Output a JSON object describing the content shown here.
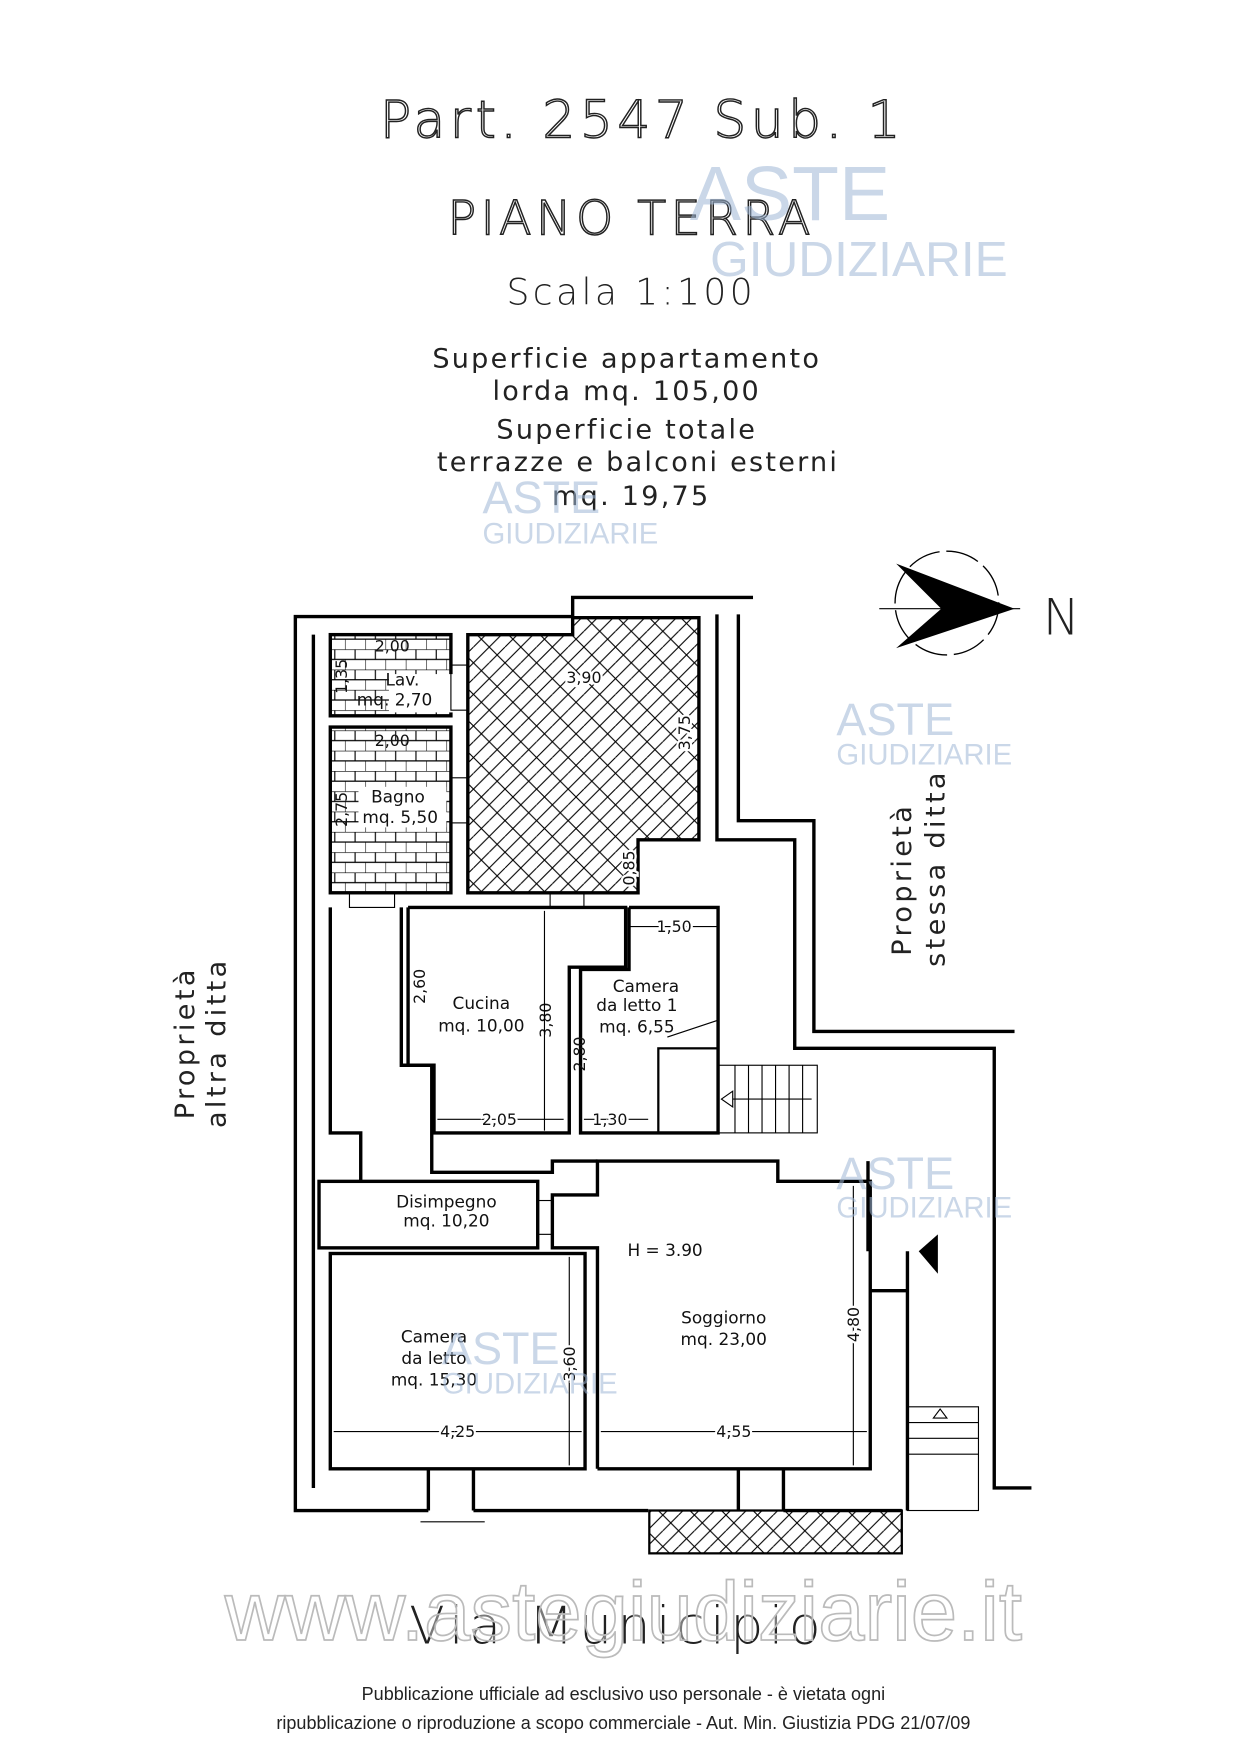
{
  "header": {
    "title": "Part. 2547 Sub. 1",
    "floor": "PIANO TERRA",
    "scale": "Scala 1:100",
    "area_line1": "Superficie appartamento",
    "area_line2": "lorda mq. 105,00",
    "area_line3": "Superficie totale",
    "area_line4": "terrazze e balconi esterni",
    "area_line5": "mq. 19,75"
  },
  "north_label": "N",
  "rooms": {
    "lav": {
      "name": "Lav.",
      "area": "mq. 2,70"
    },
    "bagno": {
      "name": "Bagno",
      "area": "mq. 5,50"
    },
    "cucina": {
      "name": "Cucina",
      "area": "mq. 10,00"
    },
    "camera1": {
      "name1": "Camera",
      "name2": "da letto 1",
      "area": "mq. 6,55"
    },
    "disimpegno": {
      "name": "Disimpegno",
      "area": "mq. 10,20"
    },
    "camera": {
      "name1": "Camera",
      "name2": "da letto",
      "area": "mq. 15,30"
    },
    "soggiorno": {
      "name": "Soggiorno",
      "area": "mq. 23,00"
    }
  },
  "height_note": "H = 3.90",
  "dimensions": {
    "lav_w": "2,00",
    "lav_h": "1,35",
    "bagno_w": "2,00",
    "bagno_h": "2,75",
    "terrace_w": "3,90",
    "terrace_h": "3,75",
    "terrace_step": "0,85",
    "cucina_h1": "2,60",
    "cucina_h2": "3,80",
    "cucina_w": "2,05",
    "camera1_w1": "1,50",
    "camera1_h": "2,80",
    "camera1_w2": "1,30",
    "camera_h": "3,60",
    "camera_w": "4,25",
    "soggiorno_h": "4,80",
    "soggiorno_w": "4,55"
  },
  "neighbors": {
    "left1": "Proprietà",
    "left2": "altra ditta",
    "right1": "Proprietà",
    "right2": "stessa ditta"
  },
  "street": "Via Municipio",
  "watermark": {
    "brand1": "ASTE",
    "brand2": "GIUDIZIARIE",
    "url": "www.astegiudiziarie.it",
    "color": "#9fb7d6"
  },
  "footer": {
    "line1": "Pubblicazione ufficiale ad esclusivo uso personale - è vietata ogni",
    "line2": "ripubblicazione o riproduzione a scopo commerciale - Aut. Min. Giustizia PDG 21/07/09"
  }
}
